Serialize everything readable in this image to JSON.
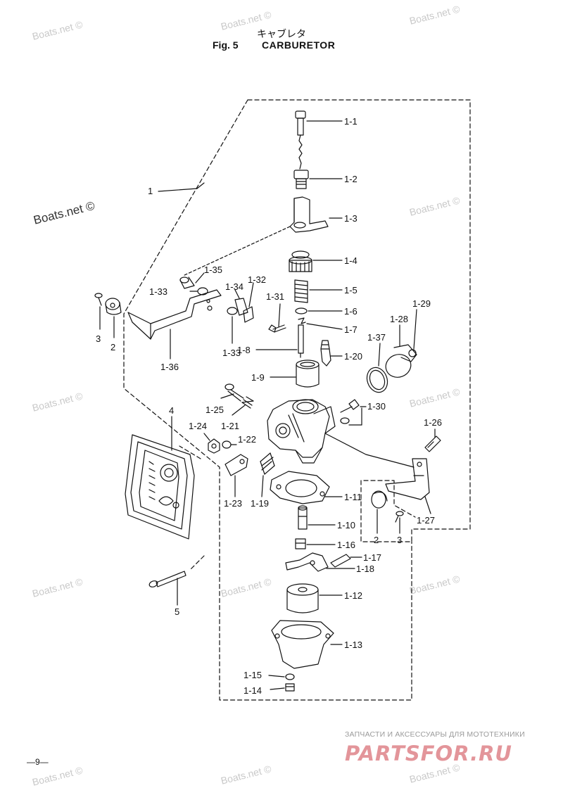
{
  "header": {
    "title_jp": "キャブレタ",
    "figure_number": "Fig. 5",
    "figure_name": "CARBURETOR"
  },
  "watermark": {
    "text": "Boats.net ©",
    "color": "#c9c9c9"
  },
  "callouts": [
    {
      "id": "c-1",
      "label": "1"
    },
    {
      "id": "c-1-1",
      "label": "1-1"
    },
    {
      "id": "c-1-2",
      "label": "1-2"
    },
    {
      "id": "c-1-3",
      "label": "1-3"
    },
    {
      "id": "c-1-4",
      "label": "1-4"
    },
    {
      "id": "c-1-5",
      "label": "1-5"
    },
    {
      "id": "c-1-6",
      "label": "1-6"
    },
    {
      "id": "c-1-7",
      "label": "1-7"
    },
    {
      "id": "c-1-8",
      "label": "1-8"
    },
    {
      "id": "c-1-9",
      "label": "1-9"
    },
    {
      "id": "c-1-20",
      "label": "1-20"
    },
    {
      "id": "c-1-35",
      "label": "1-35"
    },
    {
      "id": "c-1-33a",
      "label": "1-33"
    },
    {
      "id": "c-1-34",
      "label": "1-34"
    },
    {
      "id": "c-1-32",
      "label": "1-32"
    },
    {
      "id": "c-1-31",
      "label": "1-31"
    },
    {
      "id": "c-1-33b",
      "label": "1-33"
    },
    {
      "id": "c-3a",
      "label": "3"
    },
    {
      "id": "c-2a",
      "label": "2"
    },
    {
      "id": "c-1-36",
      "label": "1-36"
    },
    {
      "id": "c-1-29",
      "label": "1-29"
    },
    {
      "id": "c-1-28",
      "label": "1-28"
    },
    {
      "id": "c-1-37",
      "label": "1-37"
    },
    {
      "id": "c-1-30",
      "label": "1-30"
    },
    {
      "id": "c-4",
      "label": "4"
    },
    {
      "id": "c-1-25",
      "label": "1-25"
    },
    {
      "id": "c-1-24",
      "label": "1-24"
    },
    {
      "id": "c-1-21",
      "label": "1-21"
    },
    {
      "id": "c-1-22",
      "label": "1-22"
    },
    {
      "id": "c-1-23",
      "label": "1-23"
    },
    {
      "id": "c-1-19",
      "label": "1-19"
    },
    {
      "id": "c-1-11",
      "label": "1-11"
    },
    {
      "id": "c-1-26",
      "label": "1-26"
    },
    {
      "id": "c-1-27",
      "label": "1-27"
    },
    {
      "id": "c-2b",
      "label": "2"
    },
    {
      "id": "c-3b",
      "label": "3"
    },
    {
      "id": "c-1-10",
      "label": "1-10"
    },
    {
      "id": "c-1-16",
      "label": "1-16"
    },
    {
      "id": "c-1-17",
      "label": "1-17"
    },
    {
      "id": "c-1-18",
      "label": "1-18"
    },
    {
      "id": "c-1-12",
      "label": "1-12"
    },
    {
      "id": "c-5",
      "label": "5"
    },
    {
      "id": "c-1-13",
      "label": "1-13"
    },
    {
      "id": "c-1-15",
      "label": "1-15"
    },
    {
      "id": "c-1-14",
      "label": "1-14"
    }
  ],
  "footer": {
    "page_number": "—9—",
    "promo_text": "ЗАПЧАСТИ И АКСЕССУАРЫ ДЛЯ МОТОТЕХНИКИ",
    "logo_text": "PARTSFOR.RU",
    "logo_color": "#e3959a"
  }
}
